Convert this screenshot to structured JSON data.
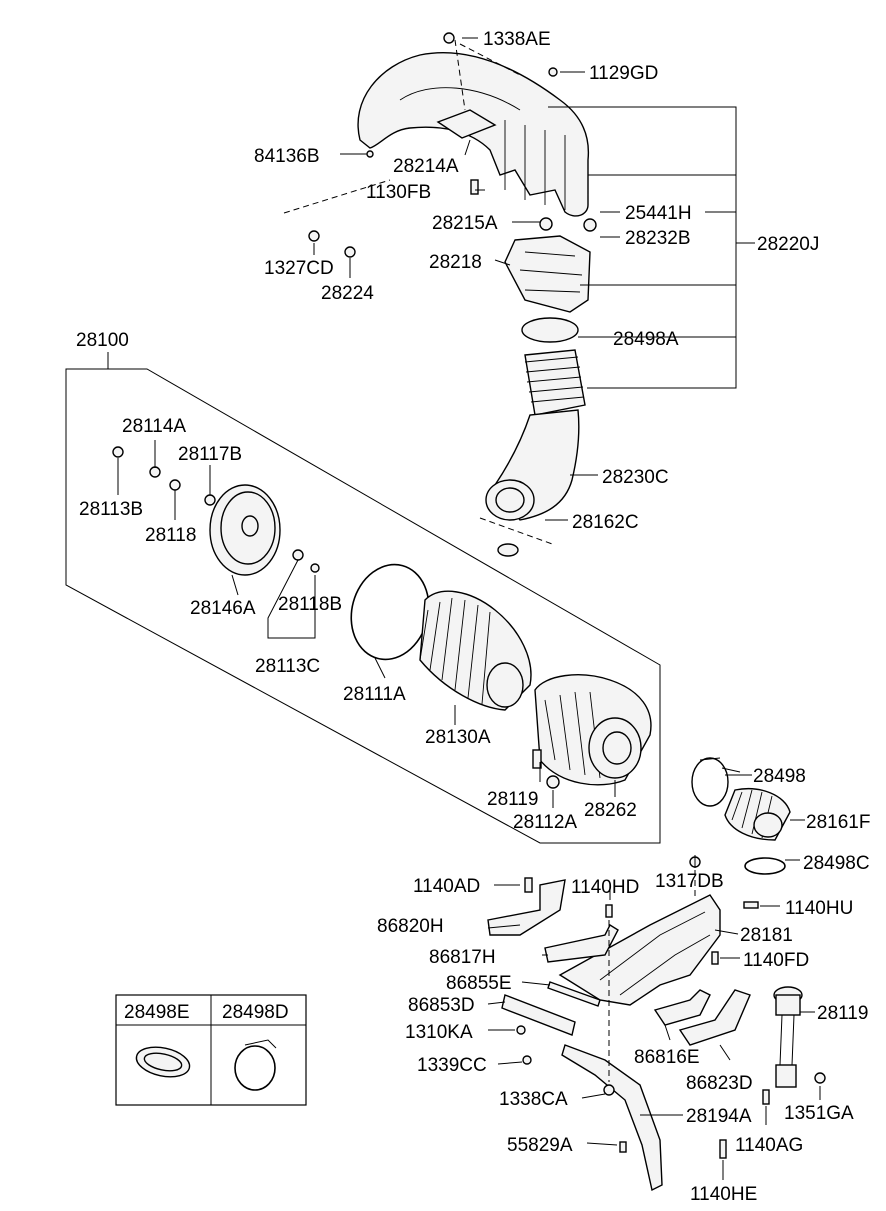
{
  "labels": {
    "l_1338AE": "1338AE",
    "l_1129GD": "1129GD",
    "l_84136B": "84136B",
    "l_28214A": "28214A",
    "l_1130FB": "1130FB",
    "l_25441H": "25441H",
    "l_28215A": "28215A",
    "l_28232B": "28232B",
    "l_28220J": "28220J",
    "l_1327CD": "1327CD",
    "l_28218": "28218",
    "l_28224": "28224",
    "l_28100": "28100",
    "l_28498A": "28498A",
    "l_28114A": "28114A",
    "l_28117B": "28117B",
    "l_28113B": "28113B",
    "l_28118": "28118",
    "l_28230C": "28230C",
    "l_28162C": "28162C",
    "l_28146A": "28146A",
    "l_28118B": "28118B",
    "l_28113C": "28113C",
    "l_28111A": "28111A",
    "l_28130A": "28130A",
    "l_28119a": "28119",
    "l_28112A": "28112A",
    "l_28262": "28262",
    "l_28498": "28498",
    "l_28161F": "28161F",
    "l_28498C": "28498C",
    "l_1317DB": "1317DB",
    "l_1140AD": "1140AD",
    "l_1140HD": "1140HD",
    "l_1140HU": "1140HU",
    "l_86820H": "86820H",
    "l_28181": "28181",
    "l_86817H": "86817H",
    "l_1140FD": "1140FD",
    "l_86855E": "86855E",
    "l_86853D": "86853D",
    "l_28119b": "28119",
    "l_1310KA": "1310KA",
    "l_86816E": "86816E",
    "l_1339CC": "1339CC",
    "l_86823D": "86823D",
    "l_1338CA": "1338CA",
    "l_28194A": "28194A",
    "l_1351GA": "1351GA",
    "l_55829A": "55829A",
    "l_1140AG": "1140AG",
    "l_1140HE": "1140HE",
    "l_28498E": "28498E",
    "l_28498D": "28498D"
  }
}
